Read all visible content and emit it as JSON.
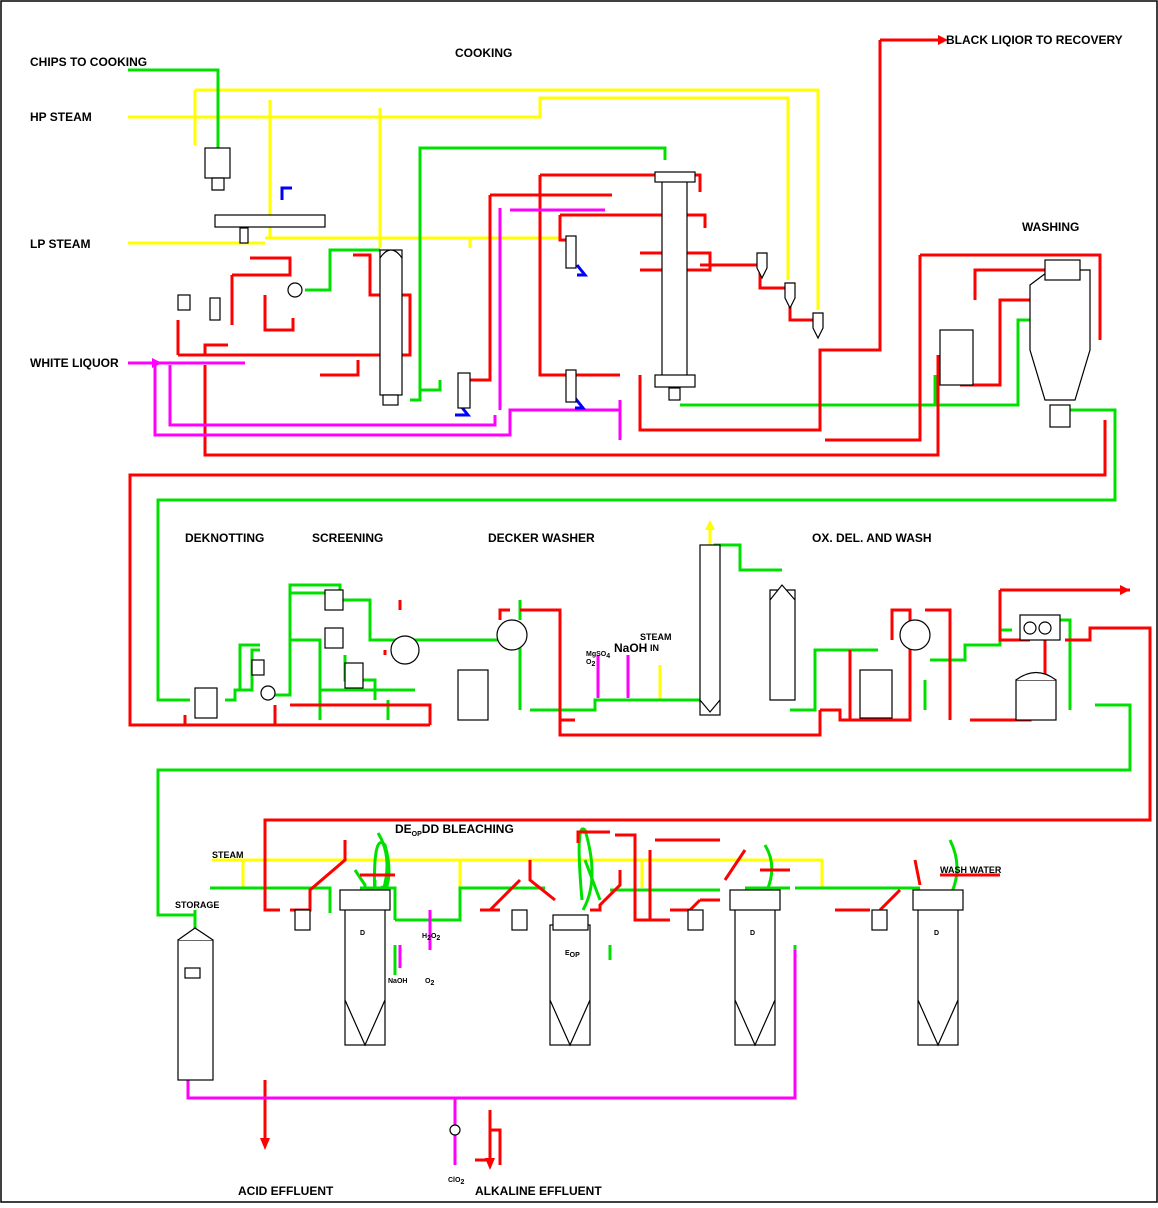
{
  "colors": {
    "pulp_stock": "#00e000",
    "liquor": "#ff0000",
    "steam": "#ffff00",
    "white_liquor_chemicals": "#ff00ff",
    "cooling": "#0000ff"
  },
  "sections": {
    "cooking": "COOKING",
    "washing": "WASHING",
    "deknotting": "DEKNOTTING",
    "screening": "SCREENING",
    "decker_washer": "DECKER WASHER",
    "ox_del": "OX. DEL. AND WASH",
    "bleaching_prefix": "DE",
    "bleaching_sub": "OP",
    "bleaching_suffix": "DD BLEACHING",
    "storage": "STORAGE"
  },
  "inputs": {
    "chips": "CHIPS TO COOKING",
    "hp_steam": "HP STEAM",
    "lp_steam": "LP STEAM",
    "white_liquor": "WHITE LIQUOR",
    "naoh": "NaOH",
    "steam_in_1": "STEAM",
    "steam_in_2": "IN",
    "mgso": "MgSO",
    "mgso_sub": "4",
    "o2_top": "O",
    "o2_top_sub": "2",
    "steam_bleach": "STEAM",
    "wash_water": "WASH WATER",
    "h2o2": "H",
    "h2o2_sub1": "2",
    "h2o2_mid": "O",
    "h2o2_sub2": "2",
    "naoh_small": "NaOH",
    "o2_small": "O",
    "o2_small_sub": "2",
    "clo2": "ClO",
    "clo2_sub": "2"
  },
  "outputs": {
    "black_liquor": "BLACK LIQIOR TO RECOVERY",
    "acid": "ACID EFFLUENT",
    "alkaline": "ALKALINE EFFLUENT"
  },
  "stages": {
    "d1": "D",
    "eop": "E",
    "eop_sub": "OP",
    "d2": "D",
    "d3": "D"
  }
}
